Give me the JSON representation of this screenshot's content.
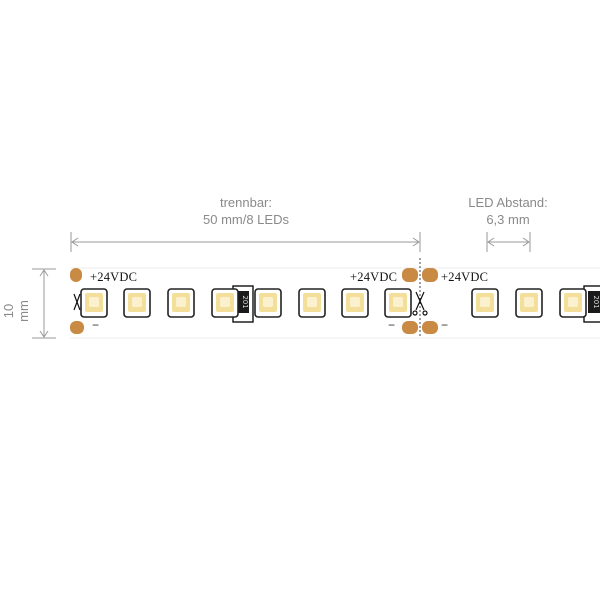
{
  "dimensions": {
    "cut_label_line1": "trennbar:",
    "cut_label_line2": "50 mm/8 LEDs",
    "pitch_label_line1": "LED Abstand:",
    "pitch_label_line2": "6,3 mm",
    "height_label": "10 mm"
  },
  "strip": {
    "voltage_label": "+24VDC",
    "minus_label": "−",
    "resistor_label": "201",
    "led_color": "#f4df9a",
    "led_center_color": "#fbf1cf",
    "pad_color": "#c98a44",
    "strip_color": "#ffffff",
    "dimension_line_color": "#9a9a9a"
  }
}
